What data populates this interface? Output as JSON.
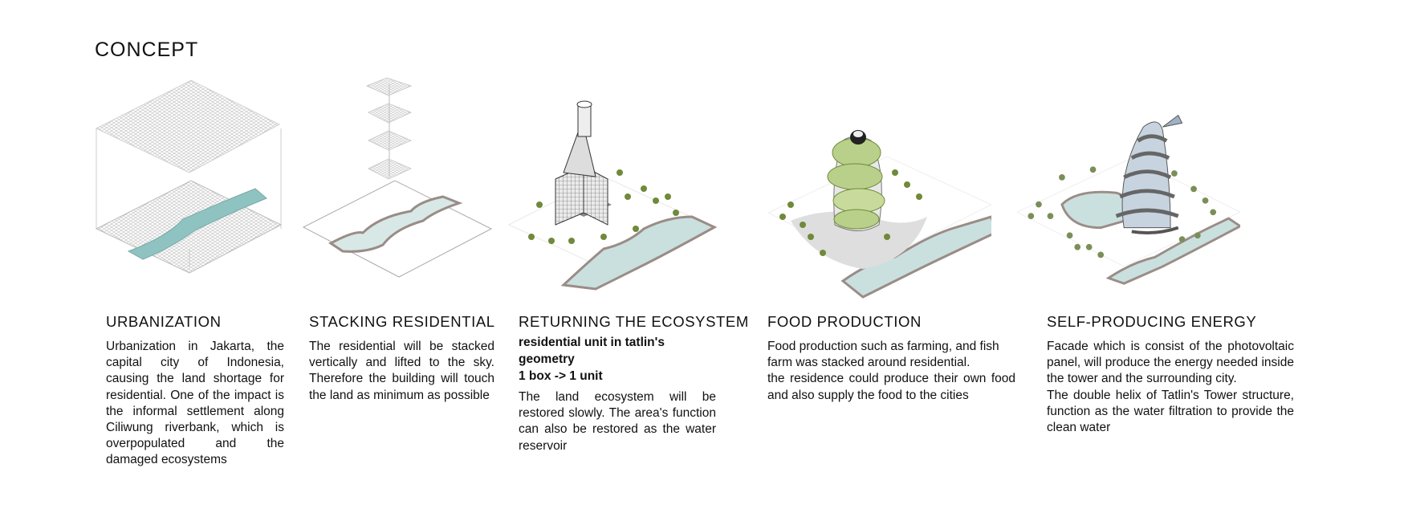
{
  "title": "CONCEPT",
  "colors": {
    "water": "#8fc3c1",
    "water_light": "#d7e8e7",
    "riverbank": "#9a8c87",
    "greenery": "#b9d08a",
    "line": "#9b9b9b"
  },
  "columns": [
    {
      "heading": "URBANIZATION",
      "paragraphs": [
        "Urbanization in Jakarta, the capital city of Indonesia, causing the land shortage for residential. One of the impact is the informal settlement along Ciliwung riverbank, which is overpopulated and the damaged ecosystems"
      ]
    },
    {
      "heading": "STACKING RESIDENTIAL",
      "paragraphs": [
        "The residential will be stacked vertically and lifted to the sky. Therefore the building will touch the land as minimum as possible"
      ]
    },
    {
      "heading": "RETURNING THE ECOSYSTEM",
      "subheadings": [
        "residential unit in tatlin's geometry",
        "1 box -> 1 unit"
      ],
      "paragraphs": [
        "The land ecosystem will be restored slowly. The area's function can also be restored as the water reservoir"
      ]
    },
    {
      "heading": "FOOD PRODUCTION",
      "paragraphs": [
        "Food production such as farming, and fish farm was stacked around residential.",
        "the residence could produce their own food and also supply the food to the cities"
      ]
    },
    {
      "heading": "SELF-PRODUCING ENERGY",
      "paragraphs": [
        "Facade which is consist of the photovoltaic panel, will produce the energy needed inside the tower and the surrounding city.",
        "The double helix of Tatlin's Tower structure, function as the water filtration to provide the clean water"
      ]
    }
  ]
}
